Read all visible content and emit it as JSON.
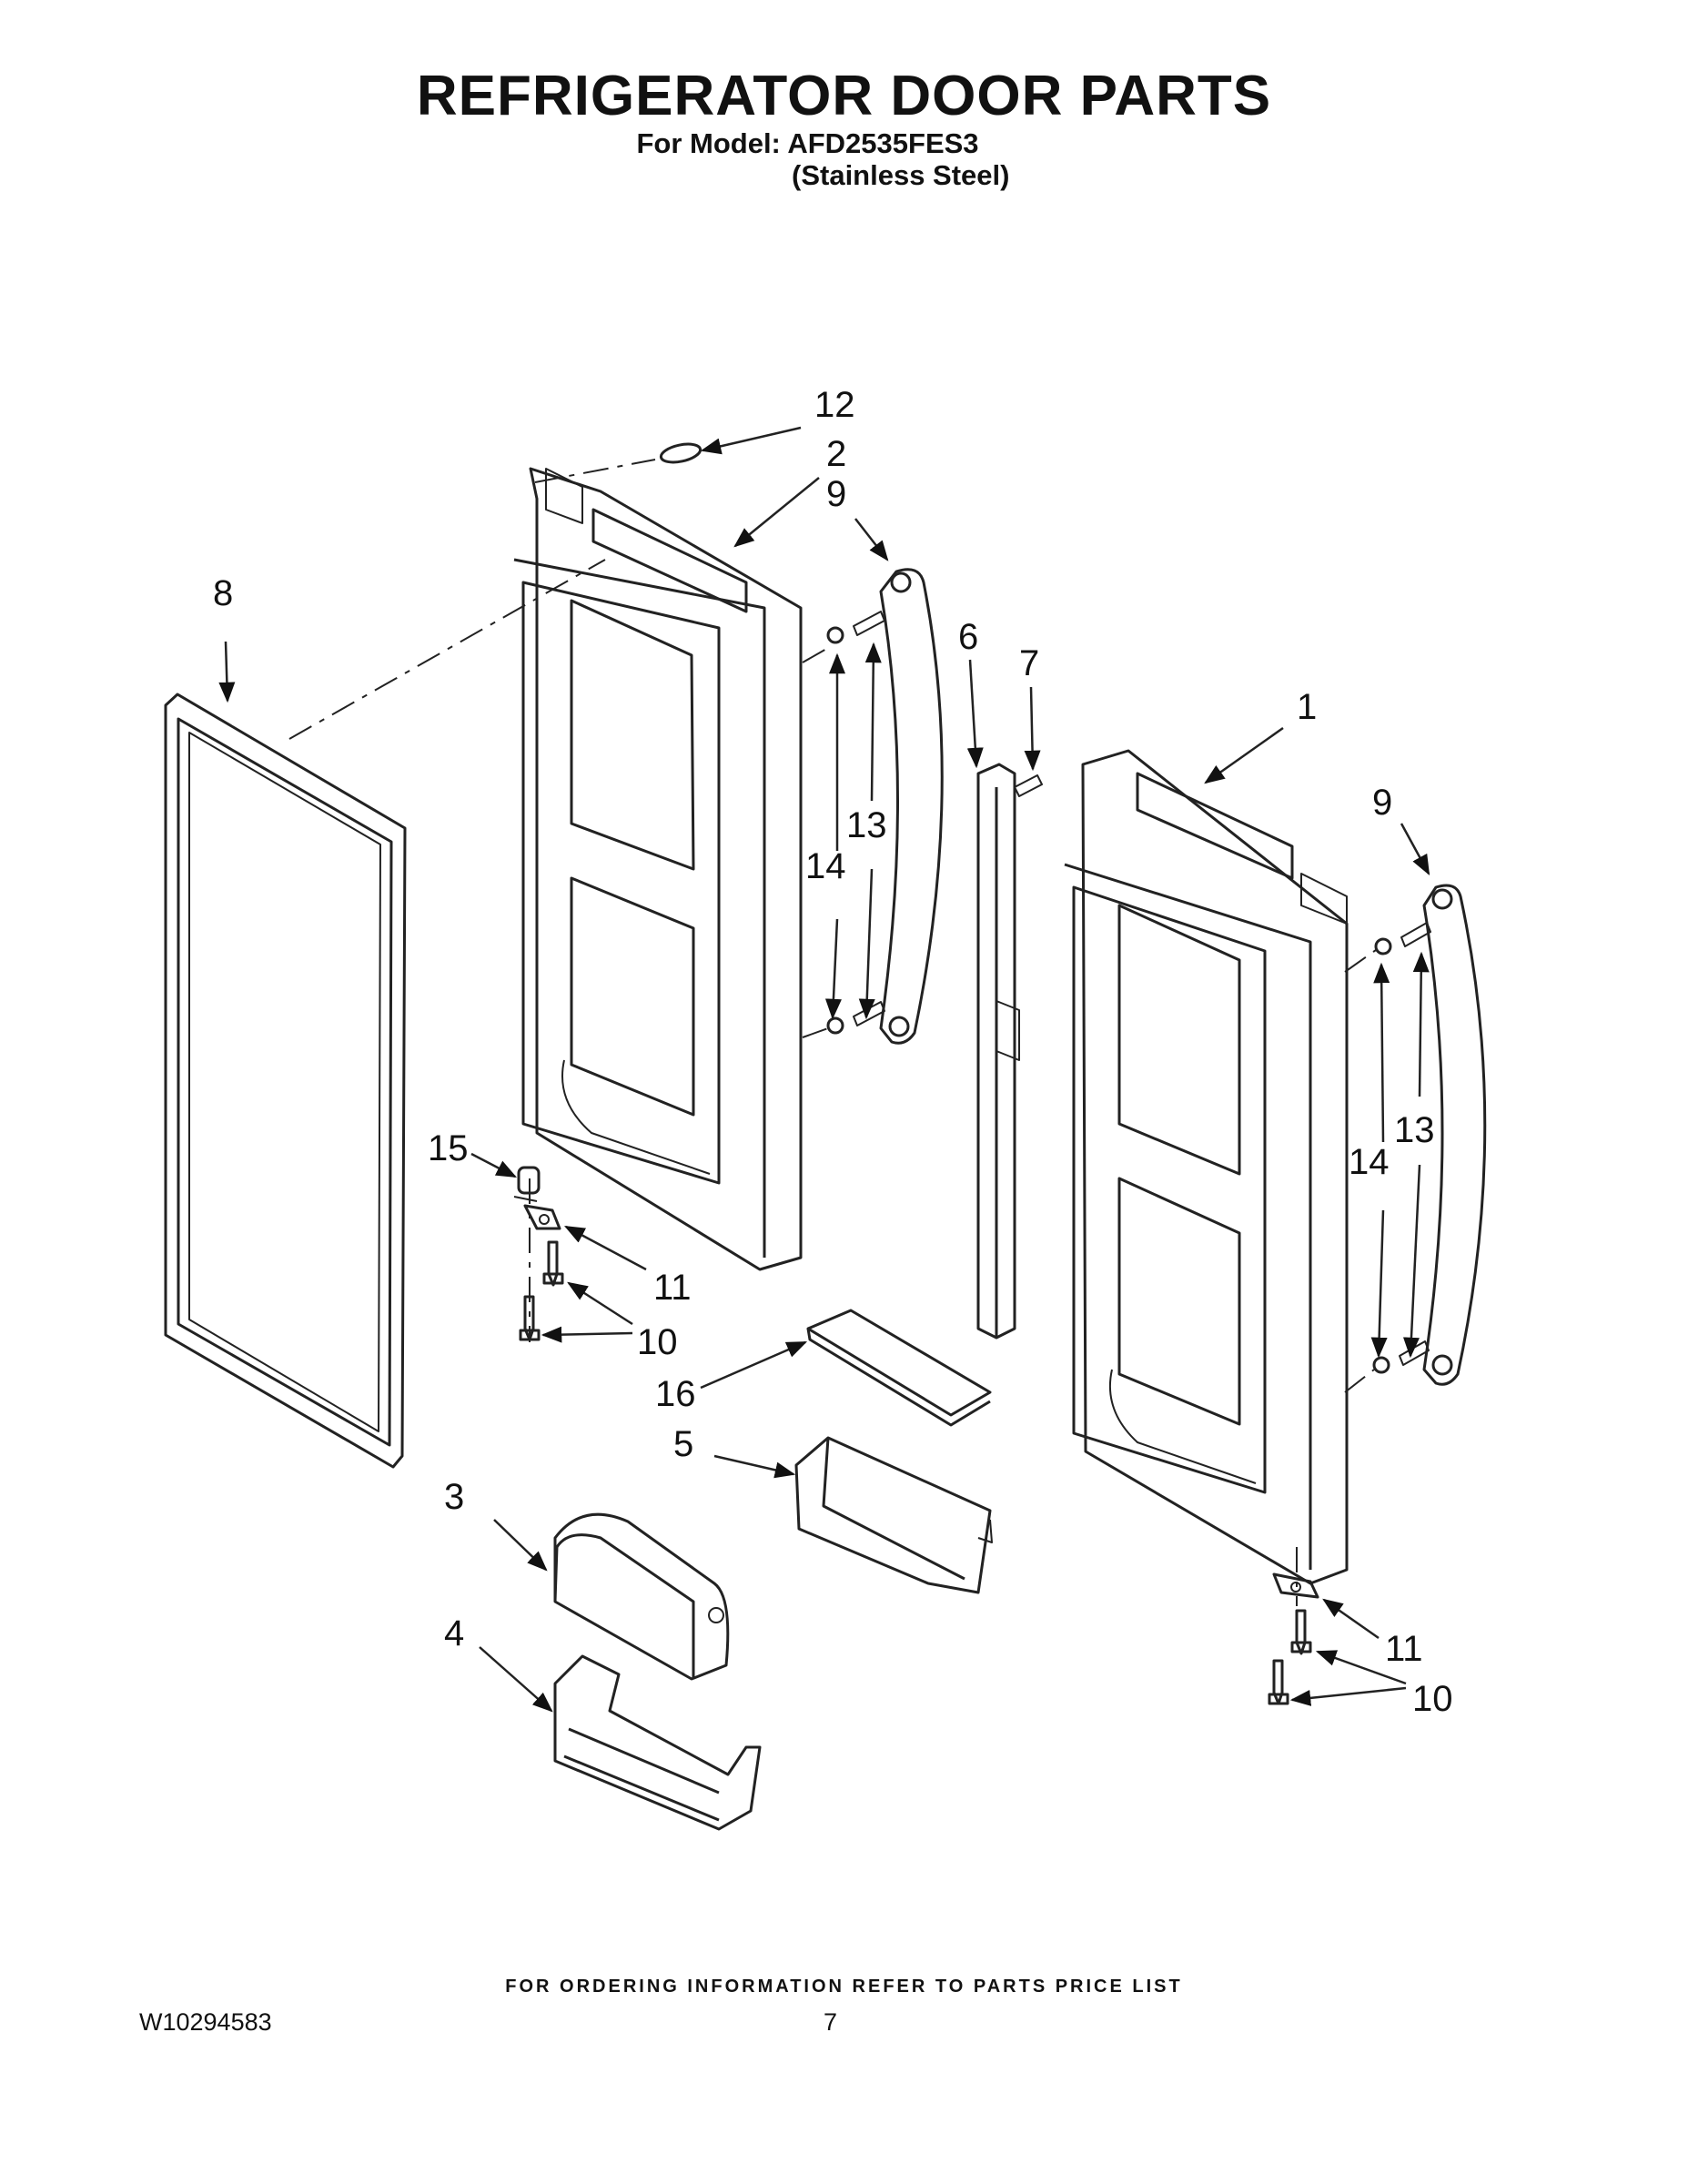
{
  "header": {
    "title": "REFRIGERATOR DOOR PARTS",
    "model_line": "For Model: AFD2535FES3",
    "finish_line": "(Stainless Steel)"
  },
  "footer": {
    "ordering_info": "FOR ORDERING INFORMATION REFER TO PARTS PRICE LIST",
    "document_number": "W10294583",
    "page_number": "7"
  },
  "callouts": {
    "c1": "1",
    "c2": "2",
    "c3": "3",
    "c4": "4",
    "c5": "5",
    "c6": "6",
    "c7": "7",
    "c8": "8",
    "c9a": "9",
    "c9b": "9",
    "c10a": "10",
    "c10b": "10",
    "c11a": "11",
    "c11b": "11",
    "c12": "12",
    "c13a": "13",
    "c13b": "13",
    "c14a": "14",
    "c14b": "14",
    "c15": "15",
    "c16": "16"
  }
}
